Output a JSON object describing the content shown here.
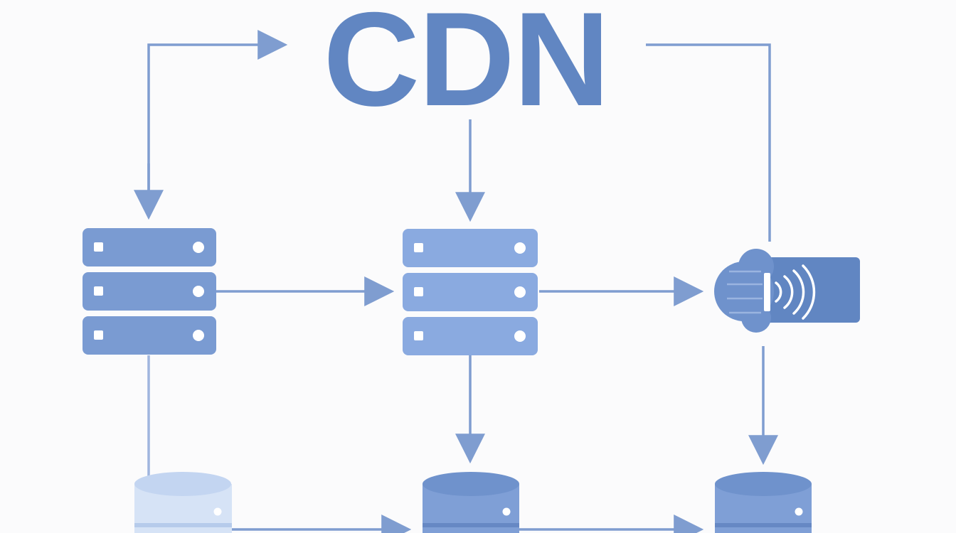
{
  "diagram": {
    "title": "CDN",
    "colors": {
      "background": "#fbfbfc",
      "primary": "#6a8cc4",
      "primary_dark": "#5f82bf",
      "server_fill": "#7a9bd2",
      "server_light_fill": "#8aaae0",
      "db_faded": "#c9d9f3",
      "connector": "#7f9dd0",
      "panel": "#6186c2",
      "white": "#ffffff"
    },
    "nodes": [
      {
        "id": "cdn-title",
        "kind": "title",
        "icon": "text"
      },
      {
        "id": "server-left",
        "kind": "server-rack",
        "icon": "server-icon"
      },
      {
        "id": "server-center",
        "kind": "server-rack",
        "icon": "server-icon"
      },
      {
        "id": "cloud-stream",
        "kind": "cloud-device",
        "icon": "cloud-wifi-icon"
      },
      {
        "id": "db-left",
        "kind": "database",
        "icon": "database-icon",
        "faded": true
      },
      {
        "id": "db-center",
        "kind": "database",
        "icon": "database-icon",
        "faded": false
      },
      {
        "id": "db-right",
        "kind": "database",
        "icon": "database-icon",
        "faded": false
      }
    ],
    "edges": [
      {
        "from": "server-left",
        "to": "cdn-title",
        "arrow": "end"
      },
      {
        "from": "cdn-title",
        "to": "server-left",
        "arrow": "end"
      },
      {
        "from": "cdn-title",
        "to": "server-center",
        "arrow": "end"
      },
      {
        "from": "cdn-title",
        "to": "cloud-stream",
        "arrow": "none"
      },
      {
        "from": "server-left",
        "to": "server-center",
        "arrow": "end"
      },
      {
        "from": "server-center",
        "to": "cloud-stream",
        "arrow": "end"
      },
      {
        "from": "server-left",
        "to": "db-left",
        "arrow": "none"
      },
      {
        "from": "server-center",
        "to": "db-center",
        "arrow": "end"
      },
      {
        "from": "cloud-stream",
        "to": "db-right",
        "arrow": "end"
      },
      {
        "from": "db-left",
        "to": "db-center",
        "arrow": "end"
      },
      {
        "from": "db-center",
        "to": "db-right",
        "arrow": "end"
      }
    ]
  }
}
